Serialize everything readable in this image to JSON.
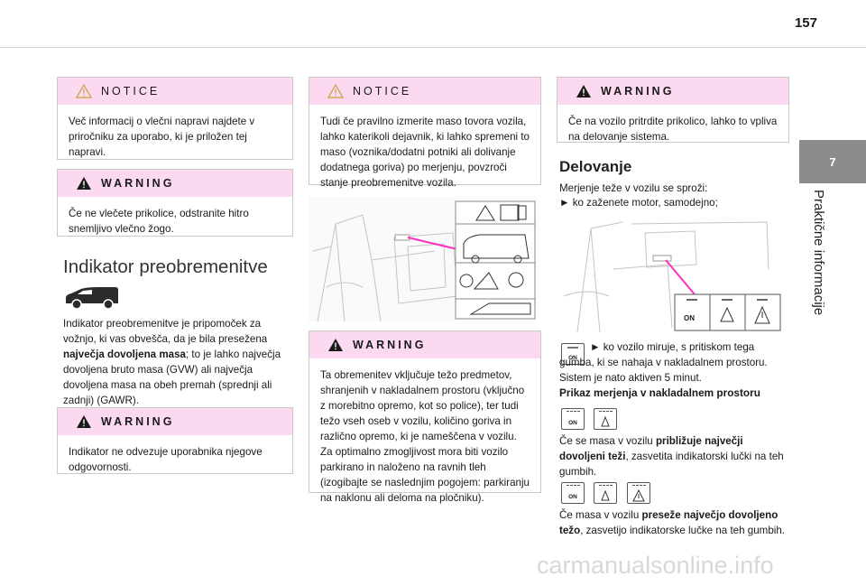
{
  "page": {
    "number": "157"
  },
  "side_tab": {
    "chapter": "7",
    "title": "Praktične informacije"
  },
  "col1": {
    "notice": {
      "title": "NOTICE",
      "text": "Več informacij o vlečni napravi najdete v priročniku za uporabo, ki je priložen tej napravi."
    },
    "warning1": {
      "title": "WARNING",
      "text": "Če ne vlečete prikolice, odstranite hitro snemljivo vlečno žogo."
    },
    "heading": "Indikator preobremenitve",
    "body": {
      "t1": "Indikator preobremenitve je pripomoček za vožnjo, ki vas obvešča, da je bila presežena ",
      "b1": "največja dovoljena masa",
      "t2": "; to je lahko največja dovoljena bruto masa (GVW) ali največja dovoljena masa na obeh premah (sprednji ali zadnji) (GAWR)."
    },
    "warning2": {
      "title": "WARNING",
      "text": "Indikator ne odvezuje uporabnika njegove odgovornosti."
    }
  },
  "col2": {
    "notice": {
      "title": "NOTICE",
      "text": "Tudi če pravilno izmerite maso tovora vozila, lahko katerikoli dejavnik, ki lahko spremeni to maso (voznika/dodatni potniki ali dolivanje dodatnega goriva) po merjenju, povzroči stanje preobremenitve vozila."
    },
    "warning": {
      "title": "WARNING",
      "text": "Ta obremenitev vključuje težo predmetov, shranjenih v nakladalnem prostoru (vključno z morebitno opremo, kot so police), ter tudi težo vseh oseb v vozilu, količino goriva in različno opremo, ki je nameščena v vozilu.\nZa optimalno zmogljivost mora biti vozilo parkirano in naloženo na ravnih tleh (izogibajte se naslednjim pogojem: parkiranju na naklonu ali deloma na pločniku)."
    }
  },
  "col3": {
    "warning": {
      "title": "WARNING",
      "text": "Če na vozilo pritrdite prikolico, lahko to vpliva na delovanje sistema."
    },
    "heading": "Delovanje",
    "intro1": "Merjenje teže v vozilu se sproži:",
    "intro2": "► ko zaženete motor, samodejno;",
    "panel_button": "ON",
    "on_text": "► ko vozilo miruje, s pritiskom tega gumba, ki se nahaja v nakladalnem prostoru. Sistem je nato aktiven 5 minut.",
    "sub_heading": "Prikaz merjenja v nakladalnem prostoru",
    "p1": {
      "t1": "Če se masa v vozilu ",
      "b1": "približuje največji dovoljeni teži",
      "t2": ", zasvetita indikatorski lučki na teh gumbih."
    },
    "p2": {
      "t1": "Če masa v vozilu ",
      "b1": "preseže največjo dovoljeno težo",
      "t2": ", zasvetijo indikatorske lučke na teh gumbih."
    }
  },
  "watermark": "carmanualsonline.info",
  "colors": {
    "box_header": "#fbd9f1",
    "accent": "#ff2fc0",
    "tab": "#8c8c8c"
  }
}
